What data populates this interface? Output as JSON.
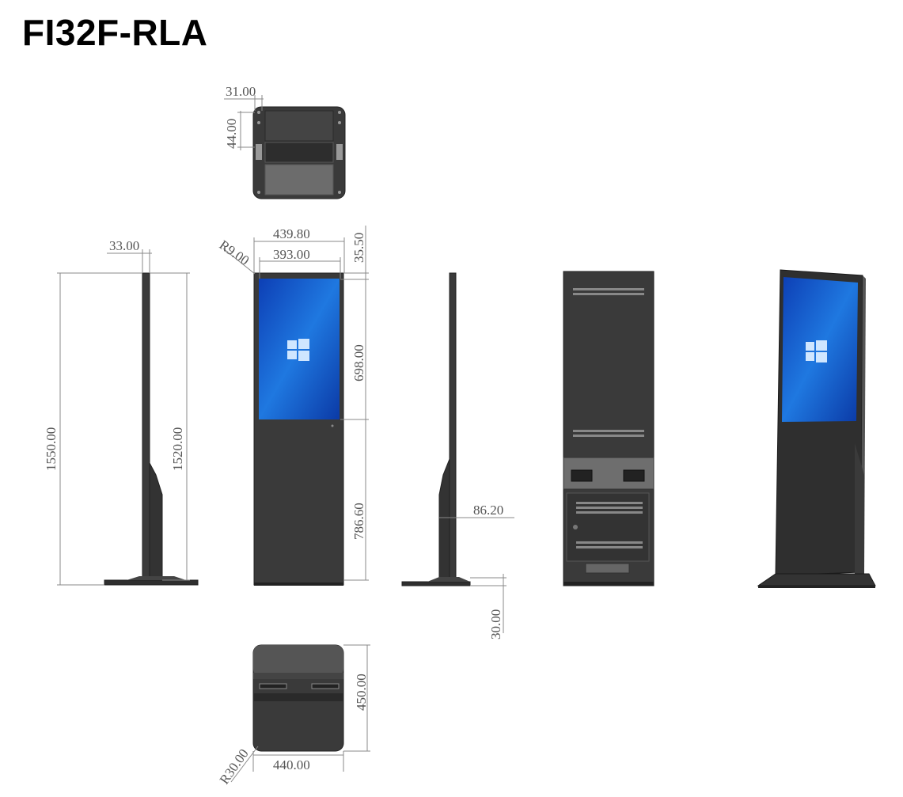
{
  "title": "FI32F-RLA",
  "top_view": {
    "d1": "31.00",
    "d2": "44.00"
  },
  "side_view": {
    "width": "33.00",
    "height_total": "1550.00",
    "height_inner": "1520.00"
  },
  "front_view": {
    "outer_width": "439.80",
    "screen_width": "393.00",
    "corner_radius": "R9.00",
    "top_offset": "35.50",
    "screen_height": "698.00",
    "lower_height": "786.60"
  },
  "profile_view": {
    "depth": "86.20",
    "base_height": "30.00"
  },
  "bottom_view": {
    "depth": "450.00",
    "width": "440.00",
    "corner_radius": "R30.00"
  },
  "colors": {
    "body": "#3a3a3a",
    "screen_blue": "#1f6fd8",
    "dim_line": "#888888"
  },
  "icons": [
    "windows-logo-icon"
  ]
}
